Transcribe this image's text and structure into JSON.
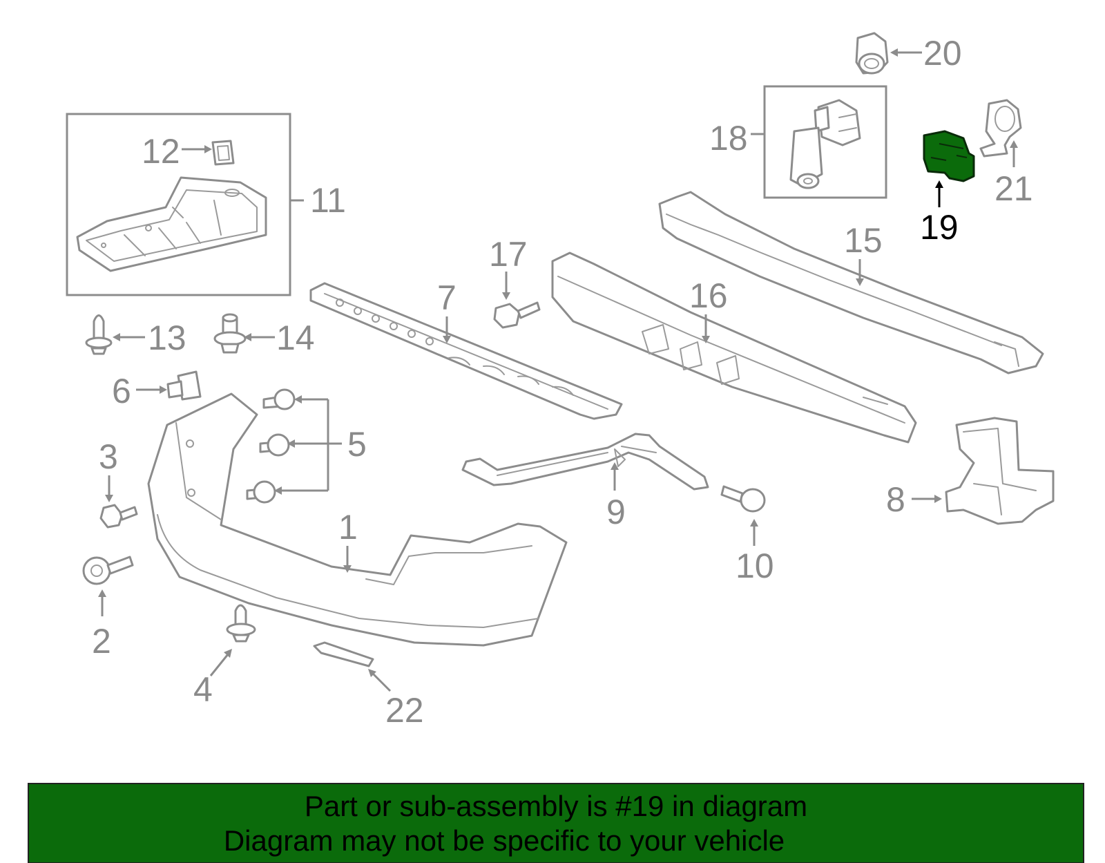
{
  "callouts": {
    "c1": "1",
    "c2": "2",
    "c3": "3",
    "c4": "4",
    "c5": "5",
    "c6": "6",
    "c7": "7",
    "c8": "8",
    "c9": "9",
    "c10": "10",
    "c11": "11",
    "c12": "12",
    "c13": "13",
    "c14": "14",
    "c15": "15",
    "c16": "16",
    "c17": "17",
    "c18": "18",
    "c19": "19",
    "c20": "20",
    "c21": "21",
    "c22": "22"
  },
  "highlight_part": "19",
  "colors": {
    "line": "#8c8c8c",
    "highlight_fill": "#0b6b0b",
    "banner_bg": "#0b6b0b",
    "banner_border": "#222222",
    "banner_text": "#000000"
  },
  "banner": {
    "line1": "Part or sub-assembly is #19 in diagram",
    "line2": "Diagram may not be specific to your vehicle"
  }
}
